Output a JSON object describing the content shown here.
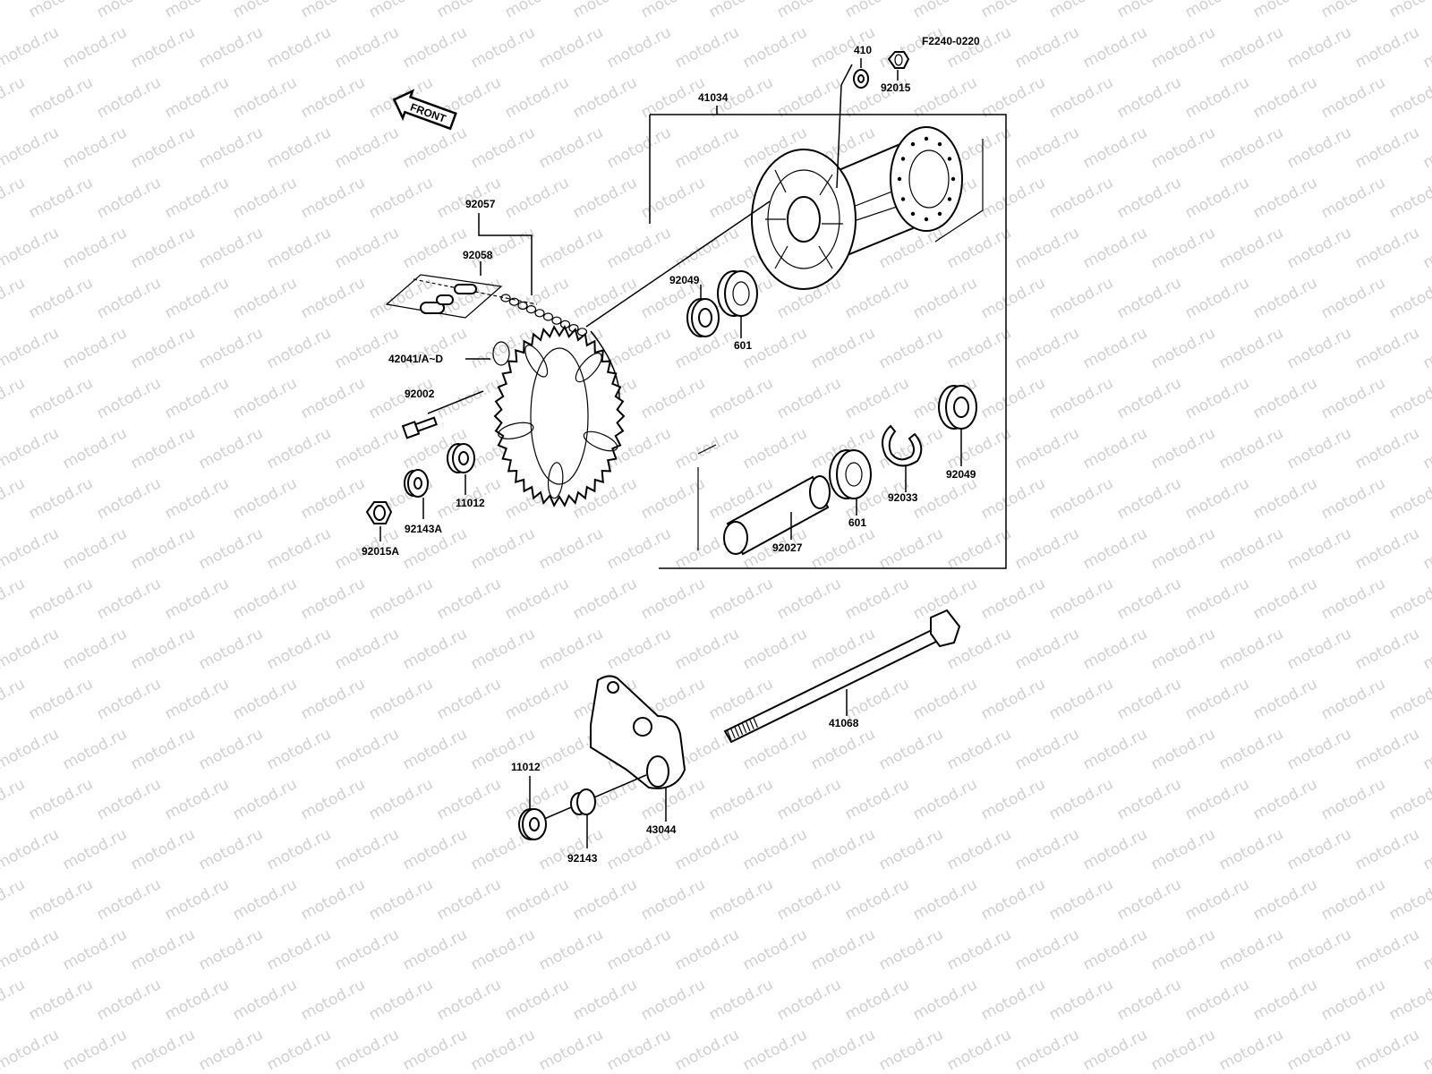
{
  "diagram": {
    "code": "F2240-0220",
    "front_label": "FRONT",
    "watermark": "motod.ru",
    "callouts": [
      {
        "id": "c-410",
        "text": "410"
      },
      {
        "id": "c-92015",
        "text": "92015"
      },
      {
        "id": "c-41034",
        "text": "41034"
      },
      {
        "id": "c-92057",
        "text": "92057"
      },
      {
        "id": "c-92058",
        "text": "92058"
      },
      {
        "id": "c-92049-a",
        "text": "92049"
      },
      {
        "id": "c-601-a",
        "text": "601"
      },
      {
        "id": "c-42041",
        "text": "42041/A~D"
      },
      {
        "id": "c-92002",
        "text": "92002"
      },
      {
        "id": "c-11012-a",
        "text": "11012"
      },
      {
        "id": "c-92143a",
        "text": "92143A"
      },
      {
        "id": "c-92015a",
        "text": "92015A"
      },
      {
        "id": "c-92049-b",
        "text": "92049"
      },
      {
        "id": "c-92033",
        "text": "92033"
      },
      {
        "id": "c-601-b",
        "text": "601"
      },
      {
        "id": "c-92027",
        "text": "92027"
      },
      {
        "id": "c-41068",
        "text": "41068"
      },
      {
        "id": "c-11012-b",
        "text": "11012"
      },
      {
        "id": "c-43044",
        "text": "43044"
      },
      {
        "id": "c-92143",
        "text": "92143"
      }
    ]
  }
}
